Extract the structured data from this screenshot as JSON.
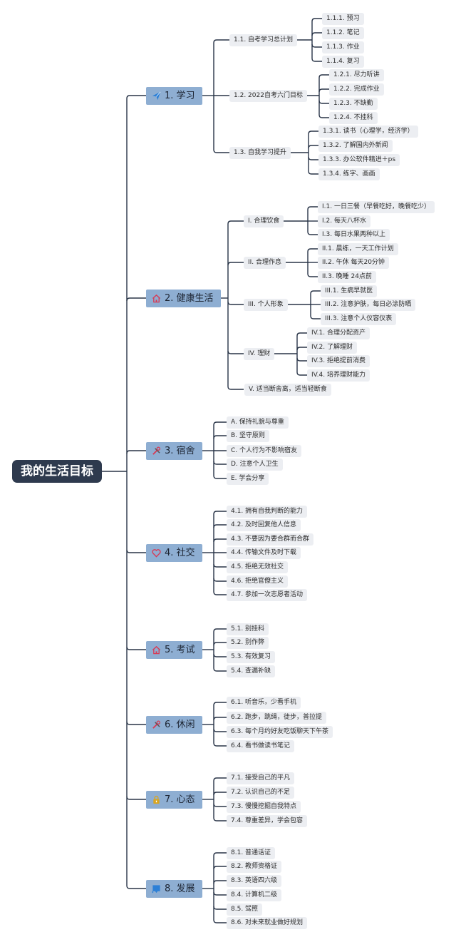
{
  "root": {
    "label": "我的生活目标",
    "icon": null
  },
  "branches": [
    {
      "label": "1. 学习",
      "icon": "send-icon",
      "children": [
        {
          "label": "1.1. 自考学习总计划",
          "children": [
            {
              "label": "1.1.1. 预习"
            },
            {
              "label": "1.1.2. 笔记"
            },
            {
              "label": "1.1.3. 作业"
            },
            {
              "label": "1.1.4. 复习"
            }
          ]
        },
        {
          "label": "1.2. 2022自考六门目标",
          "children": [
            {
              "label": "1.2.1. 尽力听讲"
            },
            {
              "label": "1.2.2. 完成作业"
            },
            {
              "label": "1.2.3. 不缺勤"
            },
            {
              "label": "1.2.4. 不挂科"
            }
          ]
        },
        {
          "label": "1.3. 自我学习提升",
          "children": [
            {
              "label": "1.3.1. 读书（心理学，经济学）"
            },
            {
              "label": "1.3.2. 了解国内外新闻"
            },
            {
              "label": "1.3.3. 办公软件精进＋ps"
            },
            {
              "label": "1.3.4. 练字、画画"
            }
          ]
        }
      ]
    },
    {
      "label": "2. 健康生活",
      "icon": "home-icon",
      "children": [
        {
          "label": "I. 合理饮食",
          "children": [
            {
              "label": "I.1. 一日三餐（早餐吃好，晚餐吃少）"
            },
            {
              "label": "I.2. 每天八杯水"
            },
            {
              "label": "I.3. 每日水果两种以上"
            }
          ]
        },
        {
          "label": "II. 合理作息",
          "children": [
            {
              "label": "II.1. 晨练，一天工作计划"
            },
            {
              "label": "II.2. 午休 每天20分钟"
            },
            {
              "label": "II.3. 晚睡 24点前"
            }
          ]
        },
        {
          "label": "III. 个人形象",
          "children": [
            {
              "label": "III.1. 生病早就医"
            },
            {
              "label": "III.2. 注意护肤，每日必涂防晒"
            },
            {
              "label": "III.3. 注意个人仪容仪表"
            }
          ]
        },
        {
          "label": "IV. 理财",
          "children": [
            {
              "label": "IV.1. 合理分配资产"
            },
            {
              "label": "IV.2. 了解理财"
            },
            {
              "label": "IV.3. 拒绝提前消费"
            },
            {
              "label": "IV.4. 培养理财能力"
            }
          ]
        },
        {
          "label": "V. 适当断舍离，适当轻断食",
          "children": []
        }
      ]
    },
    {
      "label": "3. 宿舍",
      "icon": "tools-icon",
      "children": [
        {
          "label": "A. 保持礼貌与尊重"
        },
        {
          "label": "B. 坚守原则"
        },
        {
          "label": "C. 个人行为不影响宿友"
        },
        {
          "label": "D. 注意个人卫生"
        },
        {
          "label": "E. 学会分享"
        }
      ]
    },
    {
      "label": "4. 社交",
      "icon": "heart-icon",
      "children": [
        {
          "label": "4.1. 拥有自我判断的能力"
        },
        {
          "label": "4.2. 及时回复他人信息"
        },
        {
          "label": "4.3. 不要因为要合群而合群"
        },
        {
          "label": "4.4. 传输文件及时下载"
        },
        {
          "label": "4.5. 拒绝无效社交"
        },
        {
          "label": "4.6. 拒绝官僚主义"
        },
        {
          "label": "4.7. 参加一次志愿者活动"
        }
      ]
    },
    {
      "label": "5. 考试",
      "icon": "home-icon",
      "children": [
        {
          "label": "5.1. 别挂科"
        },
        {
          "label": "5.2. 别作弊"
        },
        {
          "label": "5.3. 有效复习"
        },
        {
          "label": "5.4. 查漏补缺"
        }
      ]
    },
    {
      "label": "6. 休闲",
      "icon": "tools-icon",
      "children": [
        {
          "label": "6.1. 听音乐，少看手机"
        },
        {
          "label": "6.2. 跑步，跳绳，徒步，普拉提"
        },
        {
          "label": "6.3. 每个月约好友吃饭聊天下午茶"
        },
        {
          "label": "6.4. 看书做读书笔记"
        }
      ]
    },
    {
      "label": "7. 心态",
      "icon": "lock-icon",
      "children": [
        {
          "label": "7.1. 接受自己的平凡"
        },
        {
          "label": "7.2. 认识自己的不足"
        },
        {
          "label": "7.3. 慢慢挖掘自我特点"
        },
        {
          "label": "7.4. 尊重差异，学会包容"
        }
      ]
    },
    {
      "label": "8. 发展",
      "icon": "flag-icon",
      "children": [
        {
          "label": "8.1. 普通话证"
        },
        {
          "label": "8.2. 教师资格证"
        },
        {
          "label": "8.3. 英语四六级"
        },
        {
          "label": "8.4. 计算机二级"
        },
        {
          "label": "8.5. 驾照"
        },
        {
          "label": "8.6. 对未来就业做好规划"
        }
      ]
    }
  ],
  "colors": {
    "line": "#283447",
    "root_bg": "#2e3a4e",
    "main_bg": "#8eaed2",
    "leaf_bg": "#eceef2",
    "icon_blue": "#2b7fd6",
    "icon_red": "#d83a55",
    "icon_gold": "#d9a520"
  }
}
